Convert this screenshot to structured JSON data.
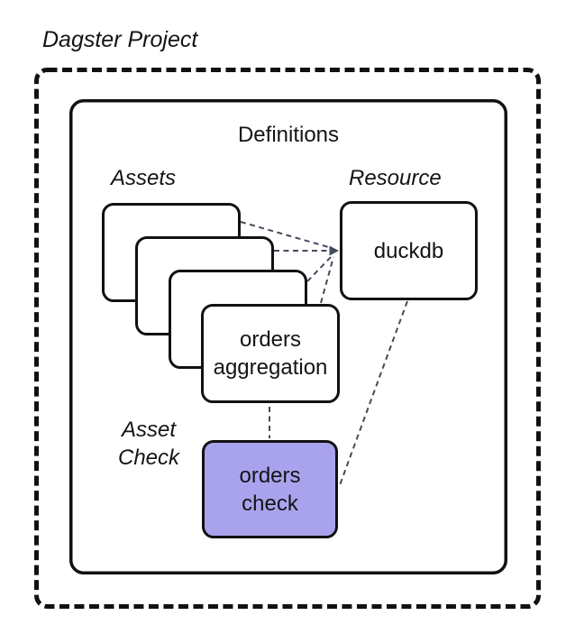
{
  "diagram": {
    "title": "Dagster Project",
    "container": {
      "label": "Definitions"
    },
    "groups": {
      "assets": {
        "label": "Assets",
        "stack_count": 4,
        "front_card_lines": [
          "orders",
          "aggregation"
        ]
      },
      "resource": {
        "label": "Resource",
        "node_label": "duckdb"
      },
      "asset_check": {
        "label_lines": [
          "Asset",
          "Check"
        ],
        "node_lines": [
          "orders",
          "check"
        ]
      }
    },
    "edges": [
      {
        "from": "asset-card-1",
        "to": "duckdb",
        "style": "dashed",
        "arrow": true
      },
      {
        "from": "asset-card-2",
        "to": "duckdb",
        "style": "dashed",
        "arrow": true
      },
      {
        "from": "asset-card-3",
        "to": "duckdb",
        "style": "dashed",
        "arrow": true
      },
      {
        "from": "orders-aggregation",
        "to": "duckdb",
        "style": "dashed",
        "arrow": true
      },
      {
        "from": "orders-aggregation",
        "to": "orders-check",
        "style": "dashed",
        "arrow": false
      },
      {
        "from": "duckdb",
        "to": "orders-check",
        "style": "dashed",
        "arrow": false
      }
    ],
    "colors": {
      "border": "#111111",
      "connector": "#434c5e",
      "asset_check_fill": "#a9a3ee",
      "node_fill": "#ffffff",
      "background": "#ffffff"
    }
  }
}
